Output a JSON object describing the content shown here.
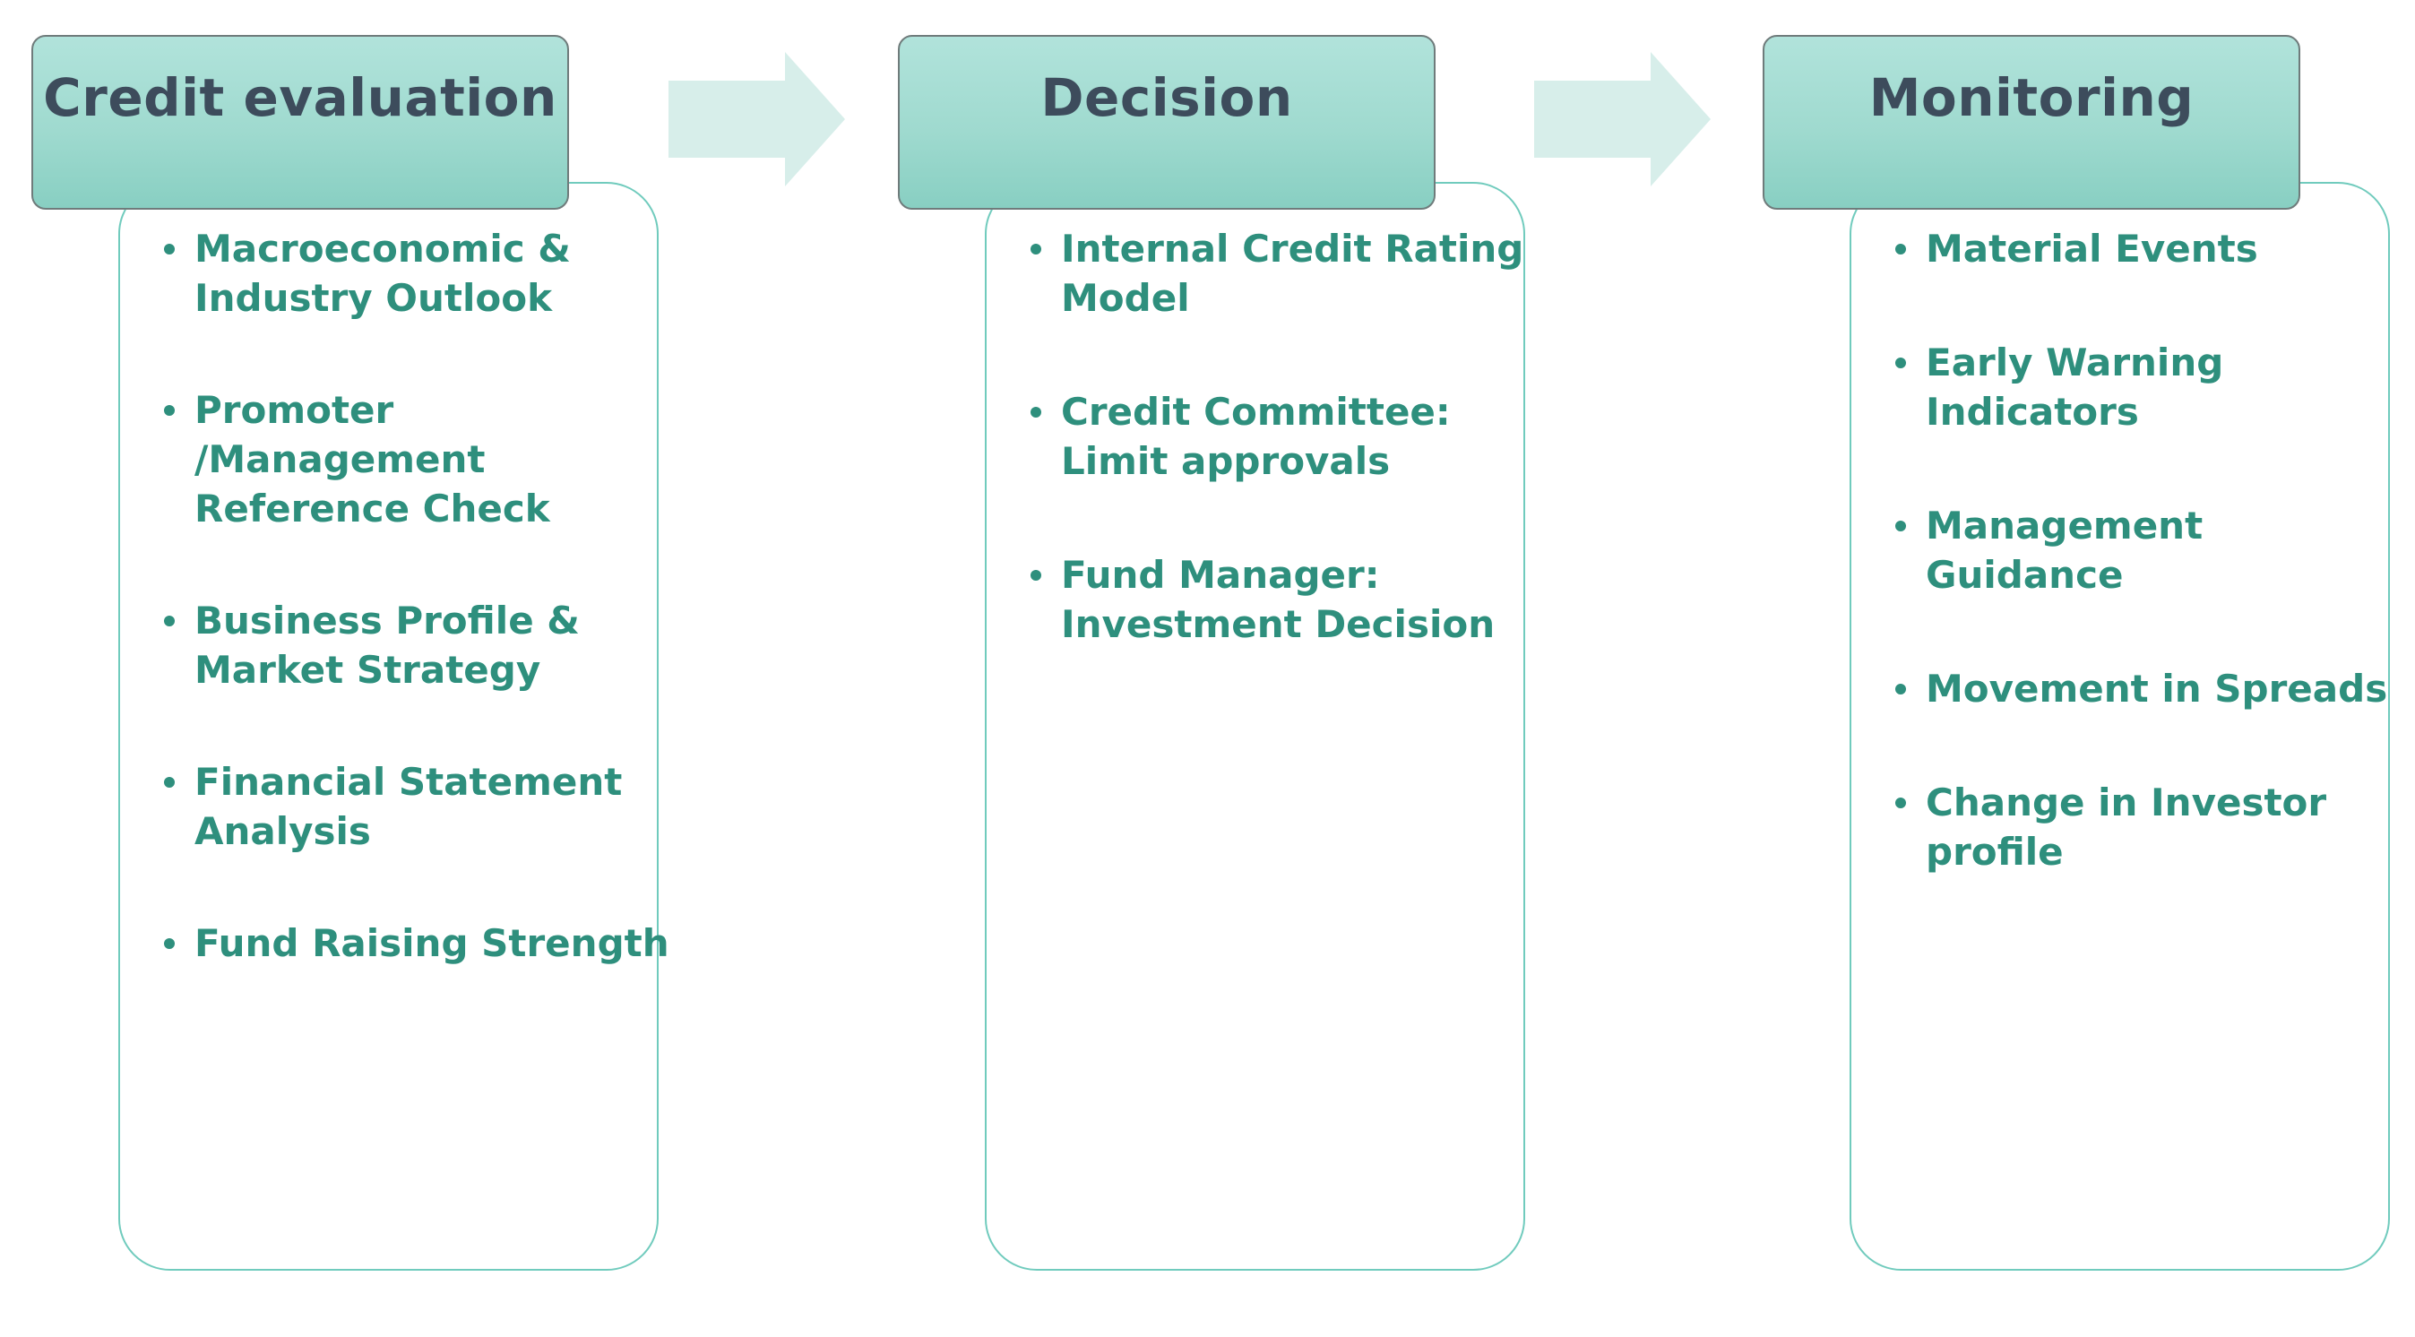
{
  "colors": {
    "header_fill": "#9fdacf",
    "header_border": "#6f7b7b",
    "header_text": "#3d4c5c",
    "panel_border": "#70cbbd",
    "item_text": "#2e8f7d",
    "arrow_fill": "#d7eeea"
  },
  "stages": [
    {
      "title": "Credit evaluation",
      "items": [
        [
          "Macroeconomic &",
          "Industry Outlook"
        ],
        [
          "Promoter",
          "/Management",
          "Reference Check"
        ],
        [
          "Business Profile &",
          "Market Strategy"
        ],
        [
          "Financial Statement",
          "Analysis"
        ],
        [
          "Fund Raising Strength"
        ]
      ]
    },
    {
      "title": "Decision",
      "items": [
        [
          "Internal Credit Rating",
          "Model"
        ],
        [
          "Credit Committee:",
          "Limit approvals"
        ],
        [
          "Fund Manager:",
          "Investment Decision"
        ]
      ]
    },
    {
      "title": "Monitoring",
      "items": [
        [
          "Material Events"
        ],
        [
          "Early Warning",
          "Indicators"
        ],
        [
          "Management",
          "Guidance"
        ],
        [
          "Movement in Spreads"
        ],
        [
          "Change in Investor",
          "profile"
        ]
      ]
    }
  ],
  "connectors": [
    {
      "icon": "right-arrow-icon"
    },
    {
      "icon": "right-arrow-icon"
    }
  ]
}
